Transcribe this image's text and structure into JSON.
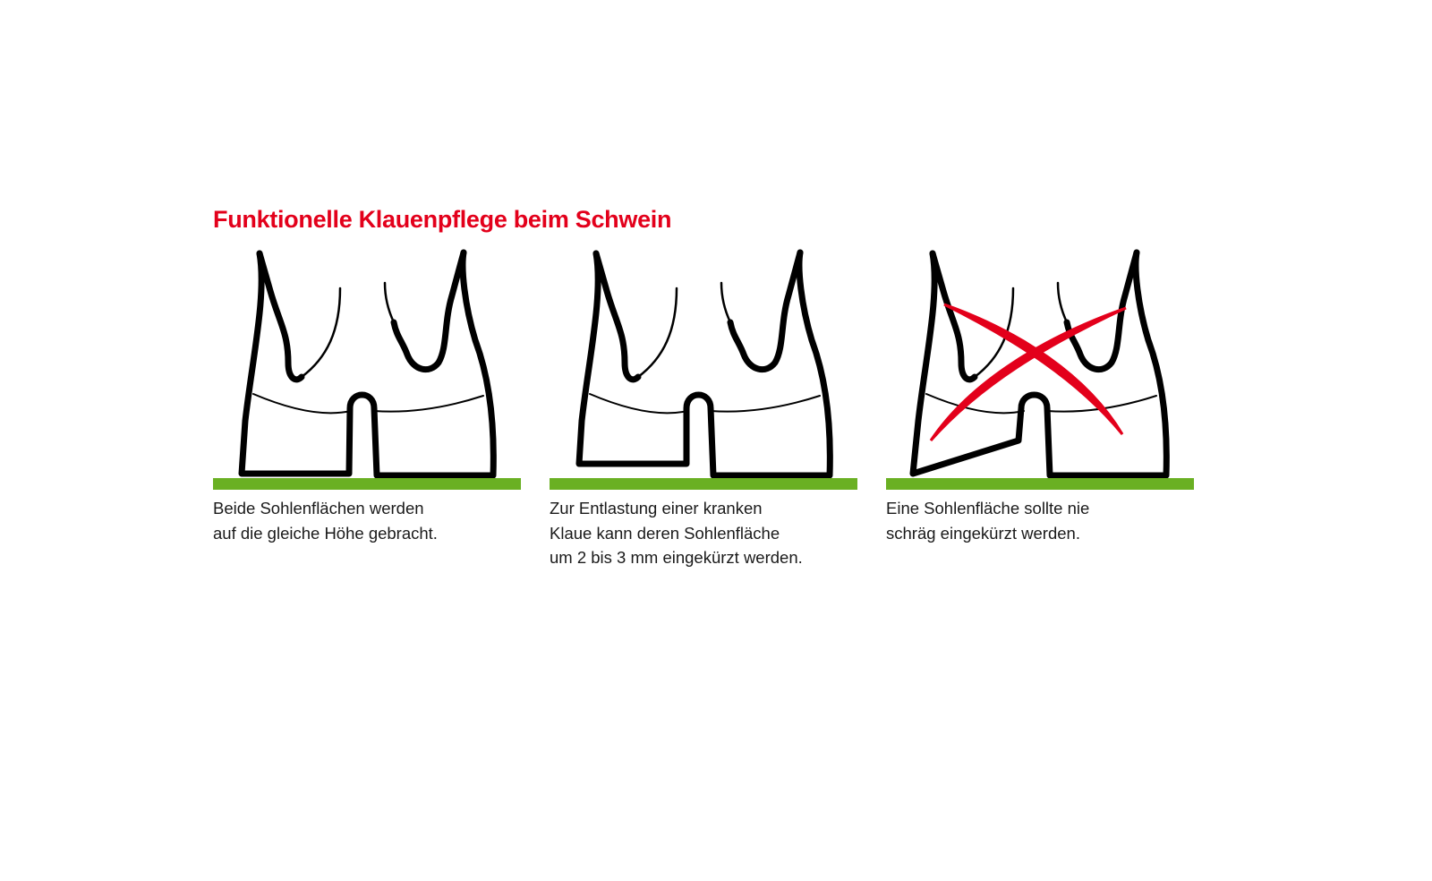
{
  "title": "Funktionelle Klauenpflege beim Schwein",
  "colors": {
    "title": "#e3001b",
    "ground": "#6ab023",
    "cross": "#e3001b"
  },
  "panels": [
    {
      "caption": [
        "Beide Sohlenflächen werden",
        "auf die gleiche Höhe gebracht."
      ]
    },
    {
      "caption": [
        "Zur Entlastung einer kranken",
        "Klaue kann deren Sohlenfläche",
        "um 2 bis 3 mm eingekürzt werden."
      ]
    },
    {
      "caption": [
        "Eine Sohlenfläche sollte nie",
        "schräg eingekürzt werden."
      ],
      "marked_wrong": true
    }
  ]
}
